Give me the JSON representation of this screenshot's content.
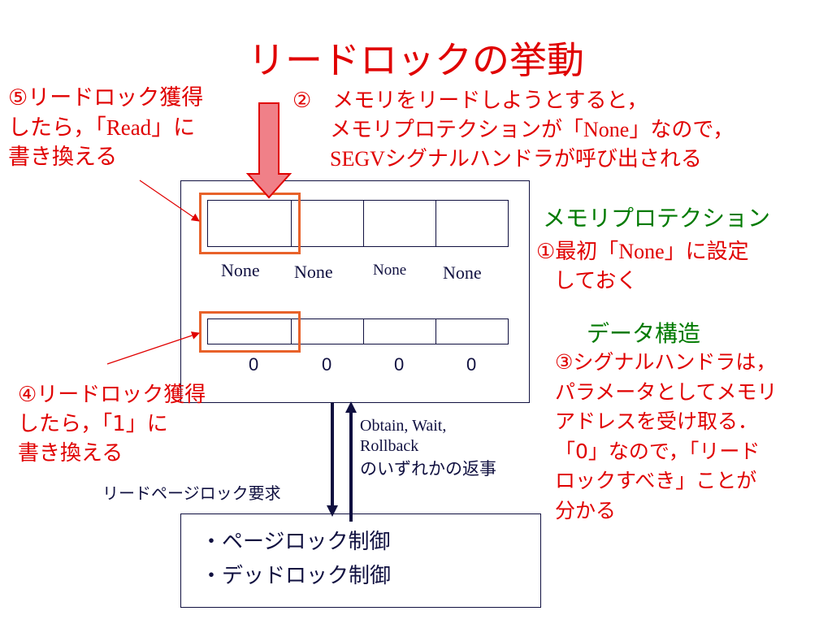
{
  "title": "リードロックの挙動",
  "note5": {
    "line1": "⑤リードロック獲得",
    "line2_pre": "したら，「",
    "line2_word": "Read",
    "line2_post": "」に",
    "line3": "書き換える"
  },
  "note2": {
    "line1": "②　メモリをリードしようとすると，",
    "line2_pre": "メモリプロテクションが「",
    "line2_word": "None",
    "line2_post": "」なので，",
    "line3_pre": "SEGV",
    "line3_post": "シグナルハンドラが呼び出される"
  },
  "mem_protection": {
    "heading": "メモリプロテクション",
    "line1_pre": "①最初「",
    "line1_word": "None",
    "line1_post": "」に設定",
    "line2": "しておく"
  },
  "cells": {
    "protection_labels": [
      "None",
      "None",
      "None",
      "None"
    ],
    "values": [
      "0",
      "0",
      "0",
      "0"
    ]
  },
  "data_structure": {
    "heading": "データ構造"
  },
  "note3": {
    "lines": [
      "③シグナルハンドラは，",
      "パラメータとしてメモリ",
      "アドレスを受け取る．",
      "「0」なので，「リード",
      "ロックすべき」ことが",
      "分かる"
    ]
  },
  "note4": {
    "line1": "④リードロック獲得",
    "line2": "したら，「1」に",
    "line3": "書き換える"
  },
  "request_label": "リードページロック要求",
  "reply": {
    "line1": "Obtain, Wait,",
    "line2": "Rollback",
    "line3": "のいずれかの返事"
  },
  "control_box": {
    "item1": "・ページロック制御",
    "item2": "・デッドロック制御"
  },
  "colors": {
    "red": "#e00000",
    "green": "#007a00",
    "navy": "#101040",
    "highlight": "#e8622a",
    "arrow_fill": "#f08088"
  }
}
